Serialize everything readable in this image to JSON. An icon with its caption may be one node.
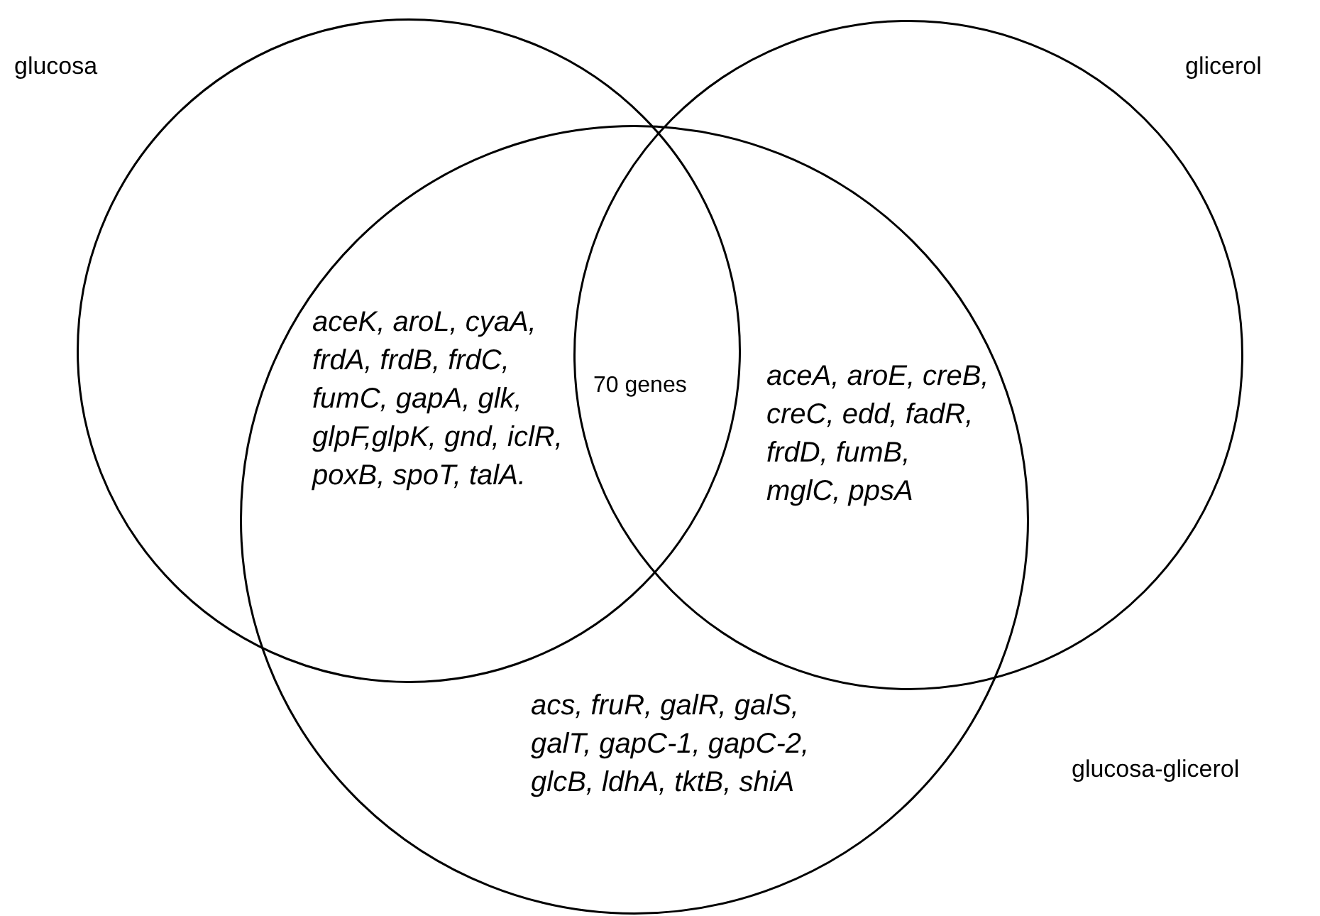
{
  "diagram": {
    "nodes": [
      {
        "text": [
          "glucosa"
        ]
      },
      {
        "text": [
          "glicerol"
        ]
      },
      {
        "text": [
          "glucosa-glicerol"
        ]
      }
    ],
    "labels": [
      "aceK, aroL, cyaA, frdA, frdB, frdC, fumC, gapA, glk, glpF,glpK, gnd, iclR, poxB, spoT, talA.",
      "70 genes",
      "aceA, aroE, creB, creC, edd, fadR, frdD, fumB, mglC, ppsA",
      "acs, fruR, galR, galS, galT, gapC-1, gapC-2, glcB, ldhA, tktB, shiA"
    ]
  }
}
